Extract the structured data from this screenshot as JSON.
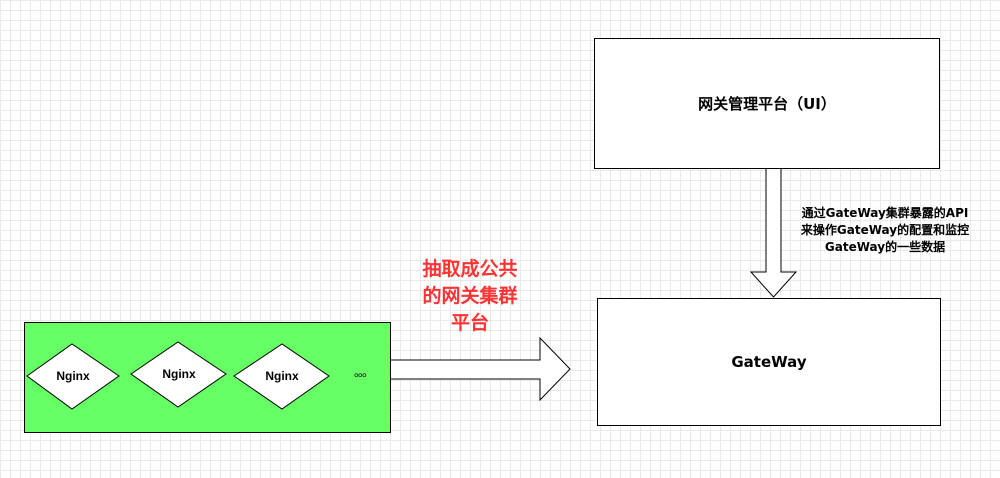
{
  "ui_box": {
    "label": "网关管理平台（UI）"
  },
  "gateway_box": {
    "label": "GateWay"
  },
  "api_note": {
    "lines": [
      "通过GateWay集群暴露的API",
      "来操作GateWay的配置和监控",
      "GateWay的一些数据"
    ]
  },
  "extract_note": {
    "lines": [
      "抽取成公共",
      "的网关集群",
      "平台"
    ],
    "color": "#ff3333"
  },
  "cluster": {
    "fill": "#66ff66",
    "nodes": [
      "Nginx",
      "Nginx",
      "Nginx"
    ],
    "more": "。。。"
  }
}
